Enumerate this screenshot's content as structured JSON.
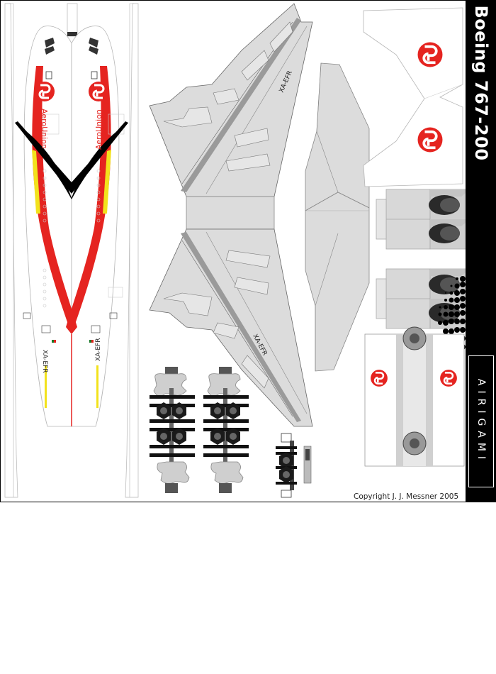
{
  "sheet": {
    "title": "Boeing 767-200",
    "brand": "AIRIGAMI",
    "copyright": "Copyright J. J. Messner 2005"
  },
  "livery": {
    "airline_name": "AeroUnion",
    "registration": "XA-EFR",
    "colors": {
      "red": "#e52420",
      "yellow": "#f2e21c",
      "black": "#000000",
      "gray": "#d4d4d4",
      "dark_gray": "#8e8e8e",
      "outline": "#b5b5b5"
    }
  },
  "icons": {
    "logo": "aerounion-logo",
    "chevron": "black-chevron",
    "flag": "mexico-flag"
  }
}
